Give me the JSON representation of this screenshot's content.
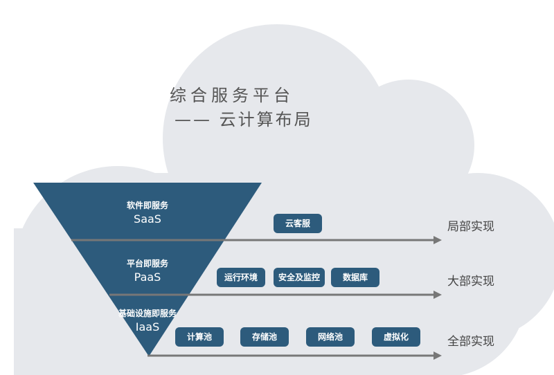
{
  "title": {
    "line1": "综合服务平台",
    "line2": "—— 云计算布局"
  },
  "tiers": [
    {
      "cn": "软件即服务",
      "en": "SaaS"
    },
    {
      "cn": "平台即服务",
      "en": "PaaS"
    },
    {
      "cn": "基础设施即服务",
      "en": "IaaS"
    }
  ],
  "boxes": {
    "saas": [
      "云客服"
    ],
    "paas": [
      "运行环境",
      "安全及监控",
      "数据库"
    ],
    "iaas": [
      "计算池",
      "存储池",
      "网络池",
      "虚拟化"
    ]
  },
  "levels": [
    "局部实现",
    "大部实现",
    "全部实现"
  ],
  "colors": {
    "cloud": "#e6e8ec",
    "primary": "#2d5b7c",
    "arrow": "#777777"
  }
}
